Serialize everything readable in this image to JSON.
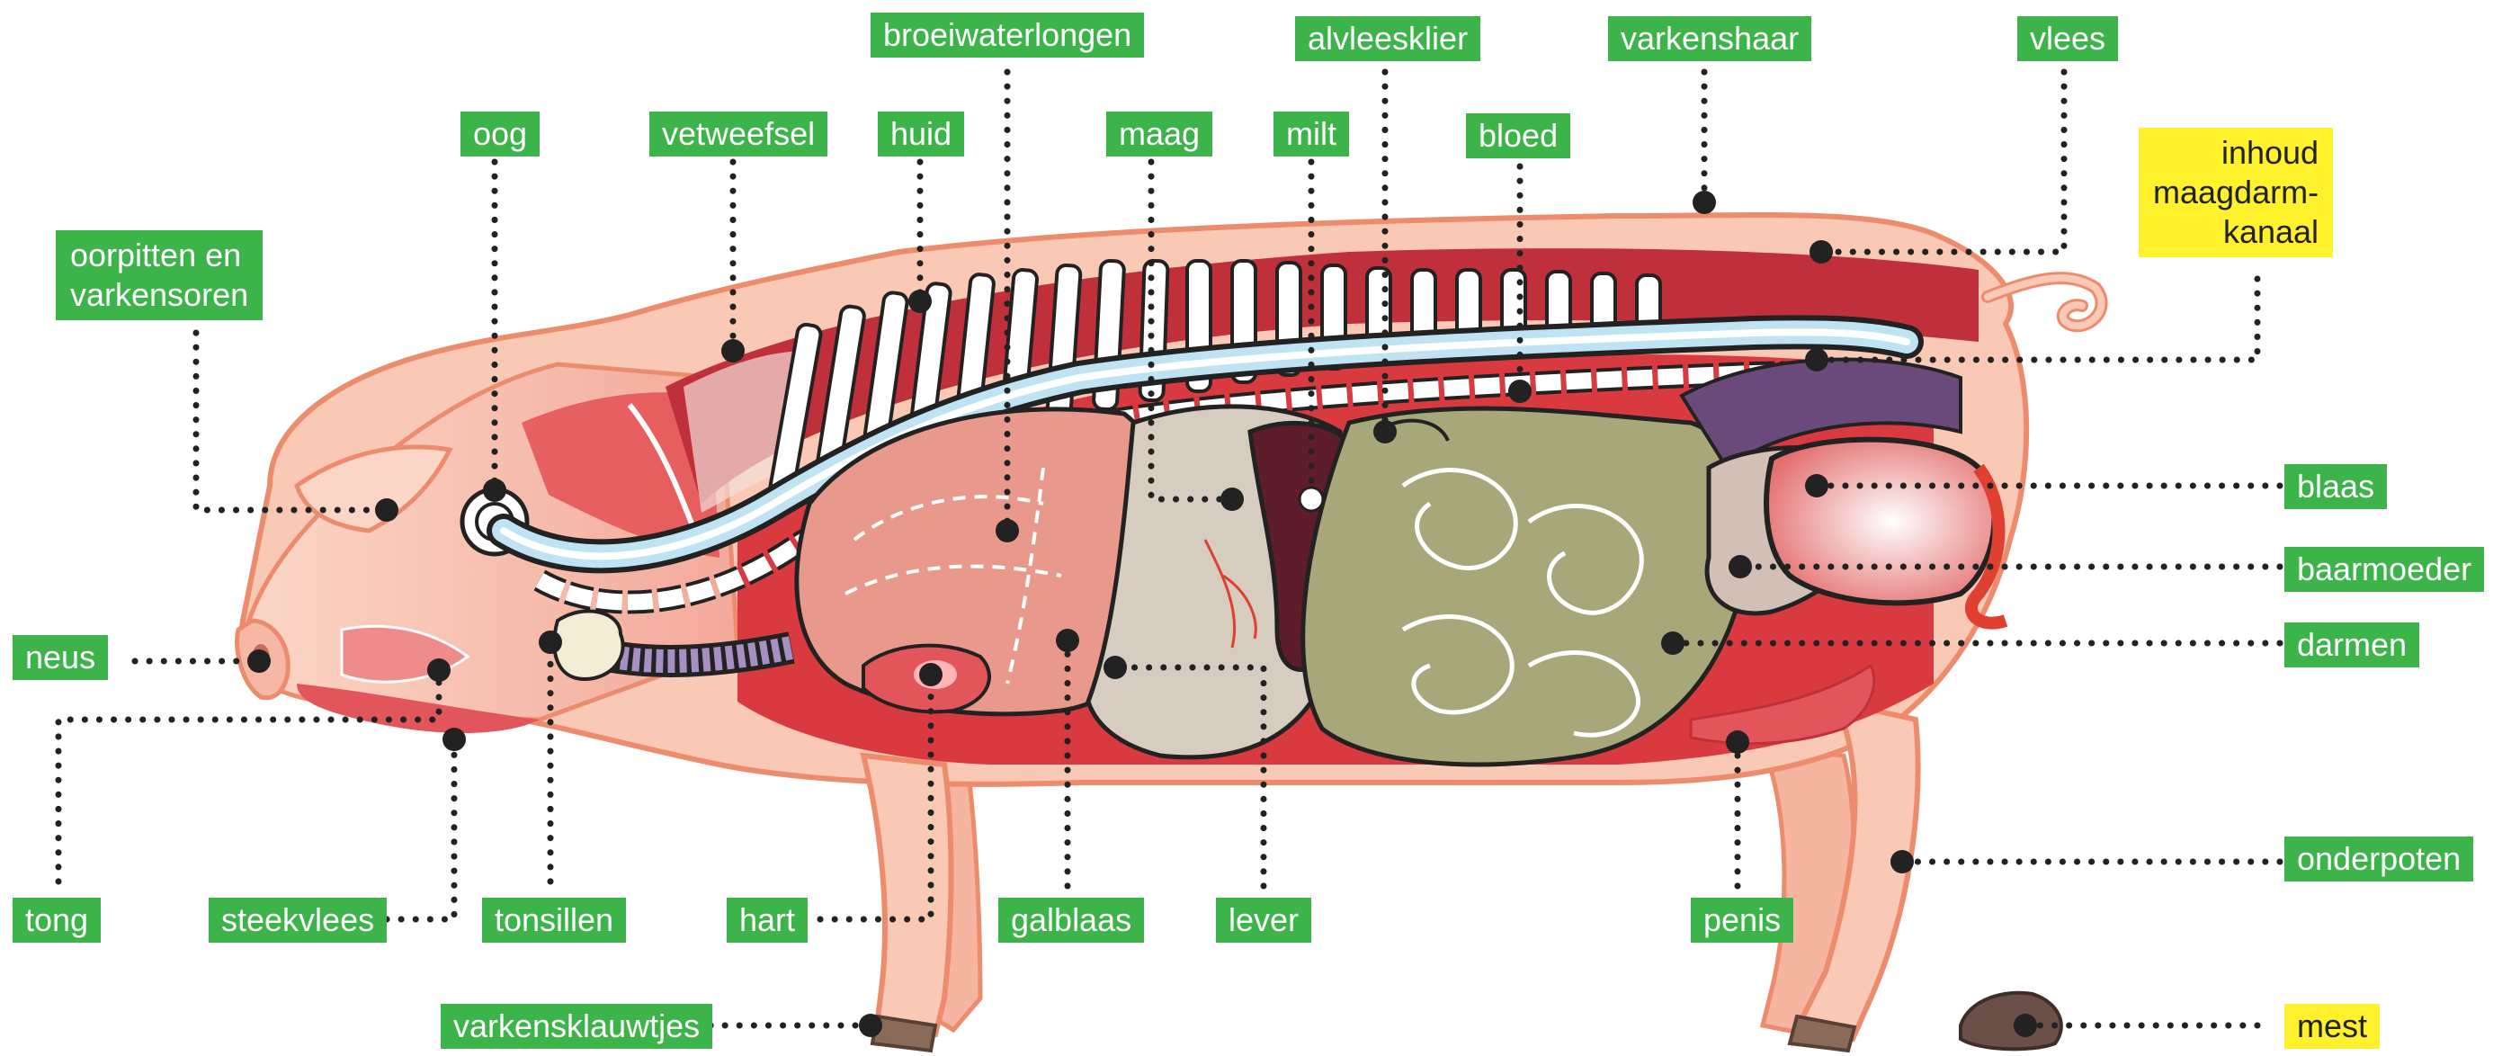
{
  "labels": {
    "broeiwaterlongen": "broeiwaterlongen",
    "alvleesklier": "alvleesklier",
    "varkenshaar": "varkenshaar",
    "vlees": "vlees",
    "oog": "oog",
    "vetweefsel": "vetweefsel",
    "huid": "huid",
    "maag": "maag",
    "milt": "milt",
    "bloed": "bloed",
    "inhoud": "inhoud\nmaagdarm-\nkanaal",
    "oorpitten": "oorpitten en\nvarkensoren",
    "blaas": "blaas",
    "baarmoeder": "baarmoeder",
    "darmen": "darmen",
    "neus": "neus",
    "onderpoten": "onderpoten",
    "tong": "tong",
    "steekvlees": "steekvlees",
    "tonsillen": "tonsillen",
    "hart": "hart",
    "galblaas": "galblaas",
    "lever": "lever",
    "penis": "penis",
    "varkensklauwtjes": "varkensklauwtjes",
    "mest": "mest"
  },
  "colors": {
    "label_green": "#3db44a",
    "label_yellow": "#fff12b",
    "skin_pink": "#f9c9b6",
    "skin_outline": "#ec8c6c",
    "muscle_red": "#d8343c",
    "intestine_olive": "#a7a77a",
    "spleen_dark": "#5e1d2a",
    "lung_pink": "#e9998b",
    "spine_blue": "#bfe3f2",
    "leader_dots": "#222222"
  }
}
